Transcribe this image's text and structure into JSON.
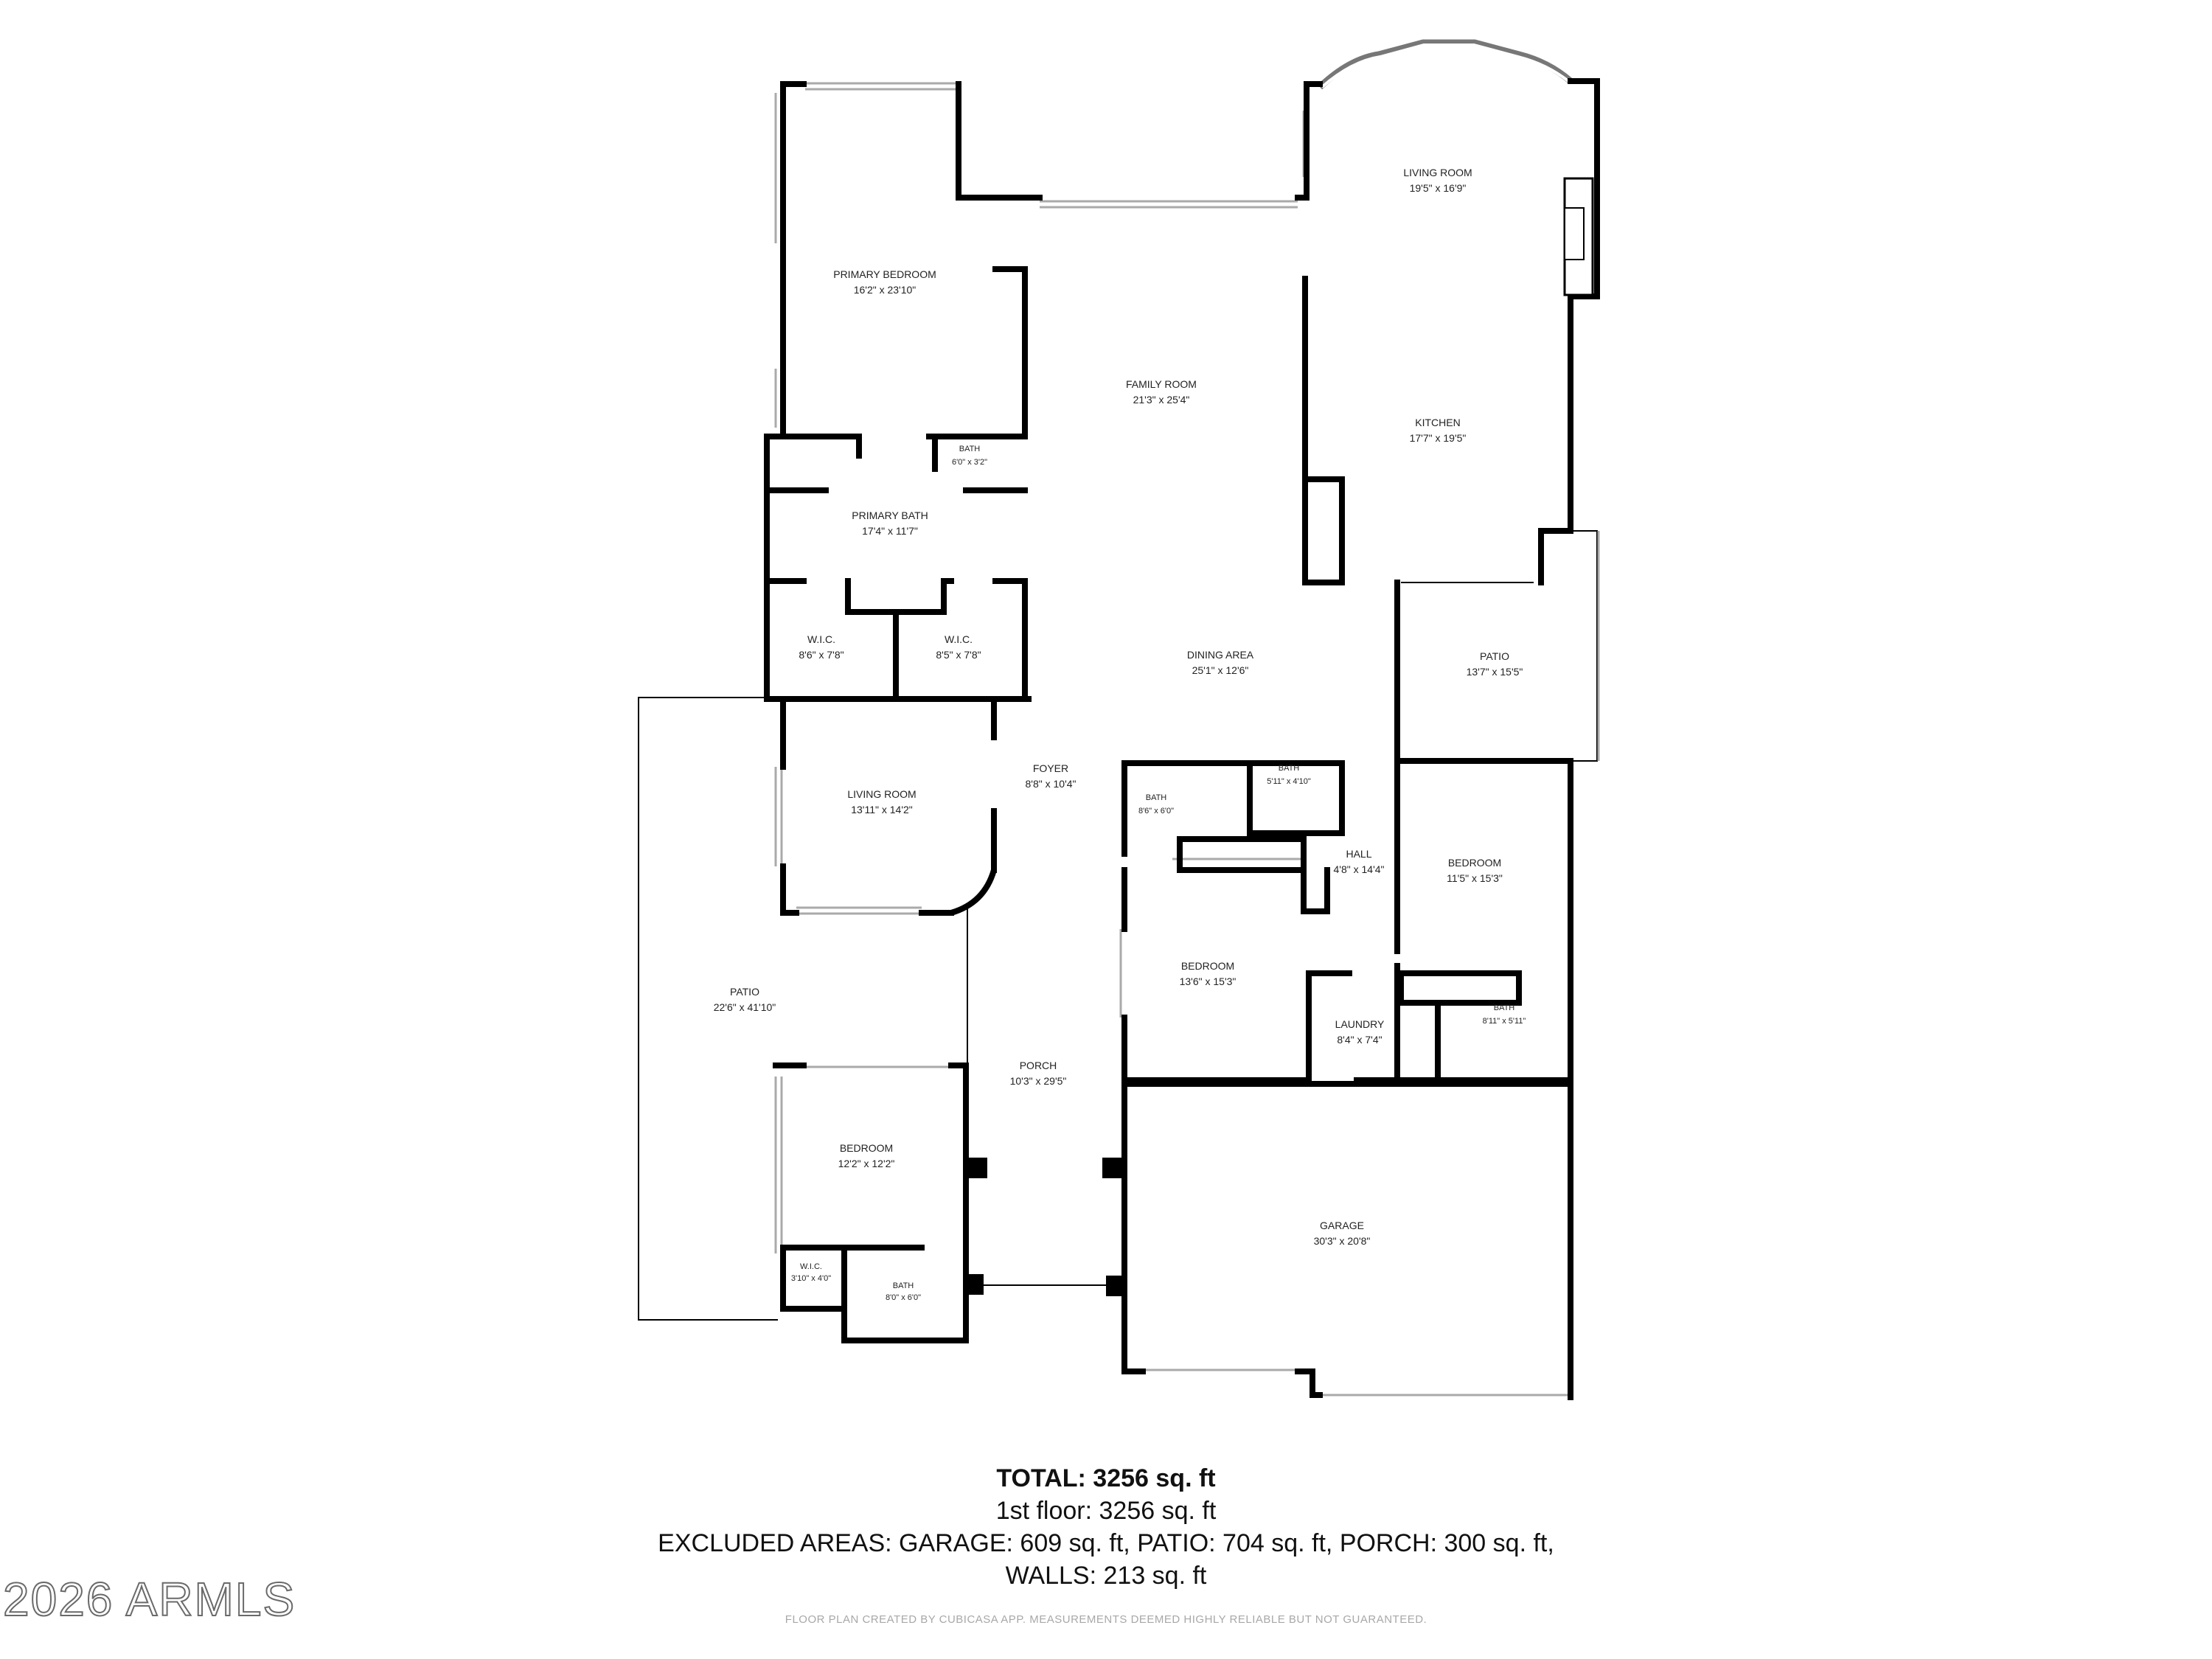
{
  "rooms": {
    "primary_bedroom": {
      "name": "PRIMARY BEDROOM",
      "dim": "16'2\" x 23'10\""
    },
    "bath_primary_wc": {
      "name": "BATH",
      "dim": "6'0\" x 3'2\""
    },
    "primary_bath": {
      "name": "PRIMARY BATH",
      "dim": "17'4\" x 11'7\""
    },
    "wic_left": {
      "name": "W.I.C.",
      "dim": "8'6\" x 7'8\""
    },
    "wic_right": {
      "name": "W.I.C.",
      "dim": "8'5\" x 7'8\""
    },
    "family_room": {
      "name": "FAMILY ROOM",
      "dim": "21'3\" x 25'4\""
    },
    "living_room_main": {
      "name": "LIVING ROOM",
      "dim": "19'5\" x 16'9\""
    },
    "kitchen": {
      "name": "KITCHEN",
      "dim": "17'7\" x 19'5\""
    },
    "dining_area": {
      "name": "DINING AREA",
      "dim": "25'1\" x 12'6\""
    },
    "patio_right": {
      "name": "PATIO",
      "dim": "13'7\" x 15'5\""
    },
    "living_room_casita": {
      "name": "LIVING ROOM",
      "dim": "13'11\" x 14'2\""
    },
    "foyer": {
      "name": "FOYER",
      "dim": "8'8\" x 10'4\""
    },
    "bath_hall_a": {
      "name": "BATH",
      "dim": "8'6\" x 6'0\""
    },
    "bath_hall_b": {
      "name": "BATH",
      "dim": "5'11\" x 4'10\""
    },
    "hall": {
      "name": "HALL",
      "dim": "4'8\" x 14'4\""
    },
    "bedroom_right": {
      "name": "BEDROOM",
      "dim": "11'5\" x 15'3\""
    },
    "patio_left": {
      "name": "PATIO",
      "dim": "22'6\" x 41'10\""
    },
    "bedroom_center": {
      "name": "BEDROOM",
      "dim": "13'6\" x 15'3\""
    },
    "laundry": {
      "name": "LAUNDRY",
      "dim": "8'4\" x 7'4\""
    },
    "bath_right": {
      "name": "BATH",
      "dim": "8'11\" x 5'11\""
    },
    "porch": {
      "name": "PORCH",
      "dim": "10'3\" x 29'5\""
    },
    "bedroom_casita": {
      "name": "BEDROOM",
      "dim": "12'2\" x 12'2\""
    },
    "garage": {
      "name": "GARAGE",
      "dim": "30'3\" x 20'8\""
    },
    "wic_casita": {
      "name": "W.I.C.",
      "dim": "3'10\" x 4'0\""
    },
    "bath_casita": {
      "name": "BATH",
      "dim": "8'0\" x 6'0\""
    }
  },
  "summary": {
    "total": "TOTAL: 3256 sq. ft",
    "floor1": "1st floor: 3256 sq. ft",
    "excluded": "EXCLUDED AREAS: GARAGE: 609 sq. ft, PATIO: 704 sq. ft, PORCH: 300 sq. ft,",
    "walls": "WALLS: 213 sq. ft"
  },
  "disclaimer": "FLOOR PLAN CREATED BY CUBICASA APP. MEASUREMENTS DEEMED HIGHLY RELIABLE BUT NOT GUARANTEED.",
  "watermark": "2026 ARMLS",
  "colors": {
    "wall": "#000000",
    "window": "#b8b8b8",
    "text": "#222222"
  }
}
